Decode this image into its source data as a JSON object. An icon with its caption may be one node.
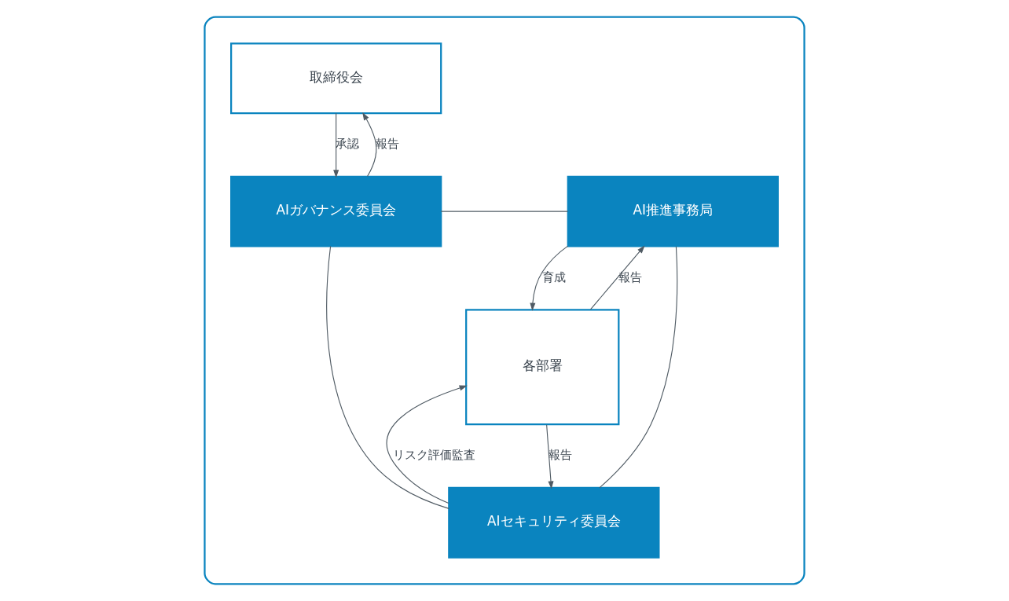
{
  "diagram": {
    "nodes": [
      {
        "text": [],
        "shape": "box"
      },
      {
        "text": [
          "取締役会"
        ],
        "in": 0
      },
      {
        "text": [
          "AIガバナンス委員会"
        ],
        "in": 0
      },
      {
        "text": [
          "AI推進事務局"
        ],
        "in": 0
      },
      {
        "text": [
          "各部署"
        ],
        "in": 0
      },
      {
        "text": [
          "AIセキュリティ委員会"
        ],
        "in": 0
      }
    ],
    "edges": [
      {
        "from": 2,
        "to": 1,
        "arrow": "to",
        "label": "報告"
      },
      {
        "from": 1,
        "to": 2,
        "arrow": "to",
        "label": "承認"
      },
      {
        "from": 2,
        "to": 3,
        "arrow": "none"
      },
      {
        "from": 3,
        "to": 4,
        "arrow": "to",
        "label": "育成"
      },
      {
        "from": 4,
        "to": 3,
        "arrow": "to",
        "label": "報告"
      },
      {
        "from": 2,
        "to": 5,
        "arrow": "none"
      },
      {
        "from": 3,
        "to": 5,
        "arrow": "none"
      },
      {
        "from": 5,
        "to": 4,
        "arrow": "to",
        "label": "リスク評価監査"
      },
      {
        "from": 4,
        "to": 5,
        "arrow": "to",
        "label": "報告"
      }
    ]
  }
}
